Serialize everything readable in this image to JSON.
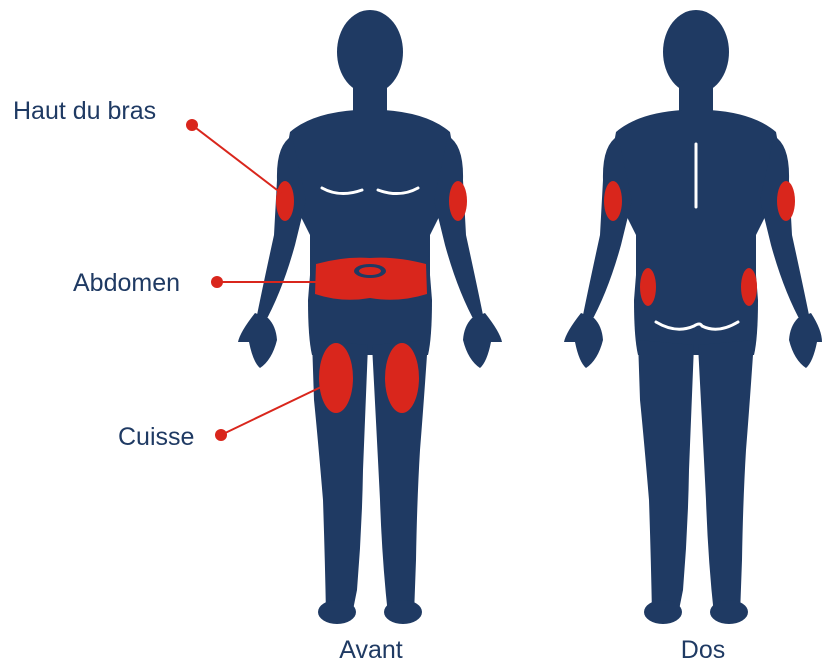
{
  "labels": {
    "upper_arm": "Haut du bras",
    "abdomen": "Abdomen",
    "thigh": "Cuisse"
  },
  "captions": {
    "front": "Avant",
    "back": "Dos"
  },
  "colors": {
    "body": "#1f3a63",
    "site": "#d9261c",
    "text": "#1f3a63",
    "line": "#ffffff"
  }
}
